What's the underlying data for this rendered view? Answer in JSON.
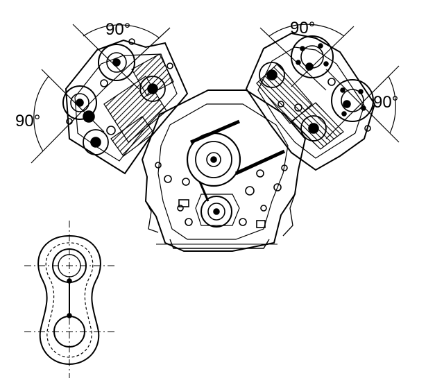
{
  "diagram": {
    "angle_labels": {
      "left_upper": "90°",
      "left_side": "90°",
      "right_upper": "90°",
      "right_side": "90°"
    },
    "colors": {
      "ink": "#000000",
      "paper": "#ffffff"
    }
  }
}
